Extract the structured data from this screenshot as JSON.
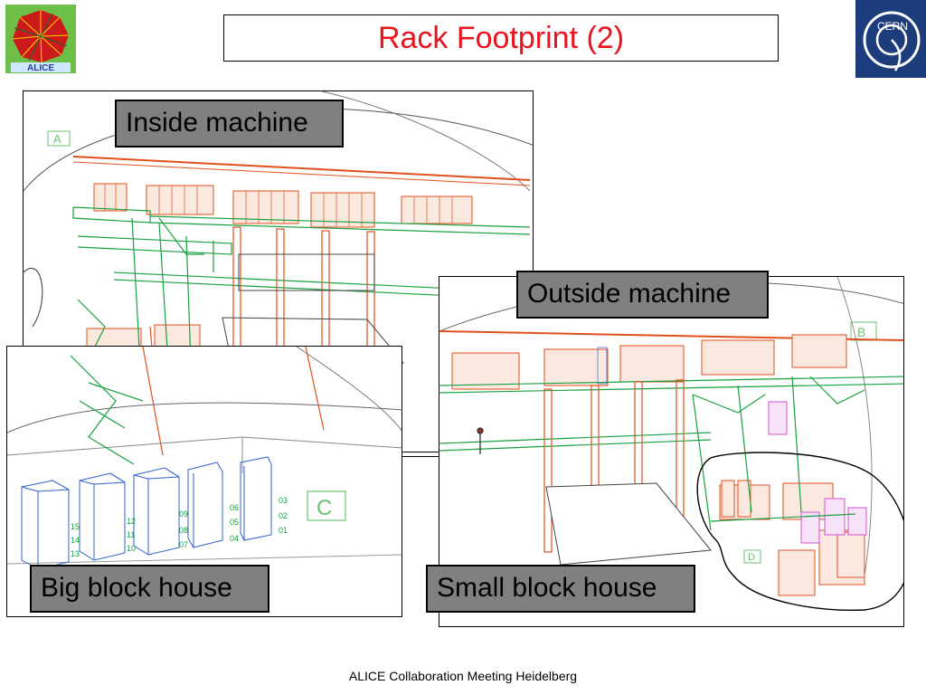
{
  "slide": {
    "title": "Rack Footprint (2)",
    "footer": "ALICE Collaboration Meeting Heidelberg"
  },
  "logos": {
    "alice": {
      "name": "alice-logo",
      "text": "ALICE"
    },
    "cern": {
      "name": "cern-logo",
      "text": "CERN"
    }
  },
  "labels": {
    "inside": "Inside machine",
    "outside": "Outside machine",
    "big": "Big block house",
    "small": "Small block house"
  },
  "zone_marks": {
    "a": "A",
    "b": "B",
    "c": "C",
    "d": "D"
  },
  "big_block_numbers": [
    "15",
    "14",
    "13",
    "12",
    "11",
    "10",
    "09",
    "08",
    "07",
    "06",
    "05",
    "04",
    "03",
    "02",
    "01"
  ],
  "colors": {
    "title": "#e8141e",
    "label_bg": "#808080",
    "rack": "#e0501e",
    "platform": "#19a040",
    "blue_rack": "#3060d0",
    "magenta_rack": "#d050d0",
    "zone_green": "#6cc070"
  }
}
